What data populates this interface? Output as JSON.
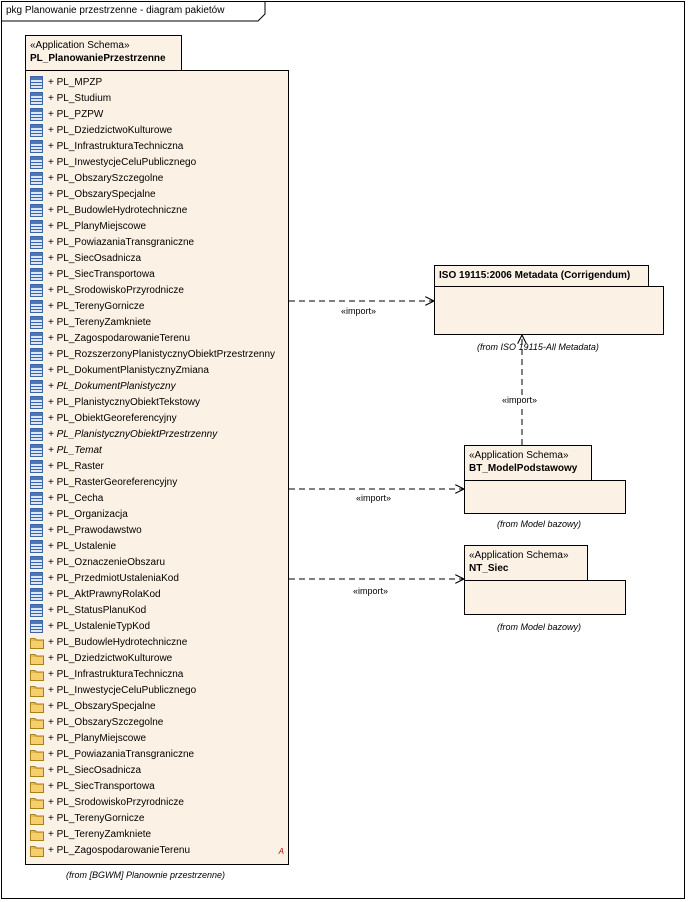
{
  "frame": {
    "title": "pkg Planowanie przestrzenne - diagram pakietów"
  },
  "main_package": {
    "stereotype": "«Application Schema»",
    "name": "PL_PlanowaniePrzestrzenne",
    "from": "(from [BGWM] Planownie przestrzenne)",
    "abstract_marker": "A",
    "items": [
      {
        "label": "+ PL_MPZP",
        "kind": "class-icon",
        "italic": false
      },
      {
        "label": "+ PL_Studium",
        "kind": "class-icon",
        "italic": false
      },
      {
        "label": "+ PL_PZPW",
        "kind": "class-icon",
        "italic": false
      },
      {
        "label": "+ PL_DziedzictwoKulturowe",
        "kind": "class-icon",
        "italic": false
      },
      {
        "label": "+ PL_InfrastrukturaTechniczna",
        "kind": "class-icon",
        "italic": false
      },
      {
        "label": "+ PL_InwestycjeCeluPublicznego",
        "kind": "class-icon",
        "italic": false
      },
      {
        "label": "+ PL_ObszarySzczegolne",
        "kind": "class-icon",
        "italic": false
      },
      {
        "label": "+ PL_ObszarySpecjalne",
        "kind": "class-icon",
        "italic": false
      },
      {
        "label": "+ PL_BudowleHydrotechniczne",
        "kind": "class-icon",
        "italic": false
      },
      {
        "label": "+ PL_PlanyMiejscowe",
        "kind": "class-icon",
        "italic": false
      },
      {
        "label": "+ PL_PowiazaniaTransgraniczne",
        "kind": "class-icon",
        "italic": false
      },
      {
        "label": "+ PL_SiecOsadnicza",
        "kind": "class-icon",
        "italic": false
      },
      {
        "label": "+ PL_SiecTransportowa",
        "kind": "class-icon",
        "italic": false
      },
      {
        "label": "+ PL_SrodowiskoPrzyrodnicze",
        "kind": "class-icon",
        "italic": false
      },
      {
        "label": "+ PL_TerenyGornicze",
        "kind": "class-icon",
        "italic": false
      },
      {
        "label": "+ PL_TerenyZamkniete",
        "kind": "class-icon",
        "italic": false
      },
      {
        "label": "+ PL_ZagospodarowanieTerenu",
        "kind": "class-icon",
        "italic": false
      },
      {
        "label": "+ PL_RozszerzonyPlanistycznyObiektPrzestrzenny",
        "kind": "class-icon",
        "italic": false
      },
      {
        "label": "+ PL_DokumentPlanistycznyZmiana",
        "kind": "class-icon",
        "italic": false
      },
      {
        "label": "+ PL_DokumentPlanistyczny",
        "kind": "class-icon",
        "italic": true
      },
      {
        "label": "+ PL_PlanistycznyObiektTekstowy",
        "kind": "class-icon",
        "italic": false
      },
      {
        "label": "+ PL_ObiektGeoreferencyjny",
        "kind": "class-icon",
        "italic": false
      },
      {
        "label": "+ PL_PlanistycznyObiektPrzestrzenny",
        "kind": "class-icon",
        "italic": true
      },
      {
        "label": "+ PL_Temat",
        "kind": "class-icon",
        "italic": true
      },
      {
        "label": "+ PL_Raster",
        "kind": "class-icon",
        "italic": false
      },
      {
        "label": "+ PL_RasterGeoreferencyjny",
        "kind": "class-icon",
        "italic": false
      },
      {
        "label": "+ PL_Cecha",
        "kind": "class-icon",
        "italic": false
      },
      {
        "label": "+ PL_Organizacja",
        "kind": "class-icon",
        "italic": false
      },
      {
        "label": "+ PL_Prawodawstwo",
        "kind": "class-icon",
        "italic": false
      },
      {
        "label": "+ PL_Ustalenie",
        "kind": "class-icon",
        "italic": false
      },
      {
        "label": "+ PL_OznaczenieObszaru",
        "kind": "class-icon",
        "italic": false
      },
      {
        "label": "+ PL_PrzedmiotUstaleniaKod",
        "kind": "class-icon",
        "italic": false
      },
      {
        "label": "+ PL_AktPrawnyRolaKod",
        "kind": "class-icon",
        "italic": false
      },
      {
        "label": "+ PL_StatusPlanuKod",
        "kind": "class-icon",
        "italic": false
      },
      {
        "label": "+ PL_UstalenieTypKod",
        "kind": "class-icon",
        "italic": false
      },
      {
        "label": "+ PL_BudowleHydrotechniczne",
        "kind": "folder-icon",
        "italic": false
      },
      {
        "label": "+ PL_DziedzictwoKulturowe",
        "kind": "folder-icon",
        "italic": false
      },
      {
        "label": "+ PL_InfrastrukturaTechniczna",
        "kind": "folder-icon",
        "italic": false
      },
      {
        "label": "+ PL_InwestycjeCeluPublicznego",
        "kind": "folder-icon",
        "italic": false
      },
      {
        "label": "+ PL_ObszarySpecjalne",
        "kind": "folder-icon",
        "italic": false
      },
      {
        "label": "+ PL_ObszarySzczegolne",
        "kind": "folder-icon",
        "italic": false
      },
      {
        "label": "+ PL_PlanyMiejscowe",
        "kind": "folder-icon",
        "italic": false
      },
      {
        "label": "+ PL_PowiazaniaTransgraniczne",
        "kind": "folder-icon",
        "italic": false
      },
      {
        "label": "+ PL_SiecOsadnicza",
        "kind": "folder-icon",
        "italic": false
      },
      {
        "label": "+ PL_SiecTransportowa",
        "kind": "folder-icon",
        "italic": false
      },
      {
        "label": "+ PL_SrodowiskoPrzyrodnicze",
        "kind": "folder-icon",
        "italic": false
      },
      {
        "label": "+ PL_TerenyGornicze",
        "kind": "folder-icon",
        "italic": false
      },
      {
        "label": "+ PL_TerenyZamkniete",
        "kind": "folder-icon",
        "italic": false
      },
      {
        "label": "+ PL_ZagospodarowanieTerenu",
        "kind": "folder-icon",
        "italic": false
      }
    ]
  },
  "iso_package": {
    "name": "ISO 19115:2006 Metadata (Corrigendum)",
    "from": "(from ISO 19115-All Metadata)"
  },
  "bt_package": {
    "stereotype": "«Application Schema»",
    "name": "BT_ModelPodstawowy",
    "from": "(from Model bazowy)"
  },
  "nt_package": {
    "stereotype": "«Application Schema»",
    "name": "NT_Siec",
    "from": "(from Model bazowy)"
  },
  "relations": {
    "import_iso": "«import»",
    "import_bt": "«import»",
    "import_nt": "«import»",
    "import_bt_iso": "«import»"
  },
  "colors": {
    "package_fill": "#fbf1e4",
    "class_icon": "#4a78b8",
    "folder_icon": "#e9b94c"
  }
}
